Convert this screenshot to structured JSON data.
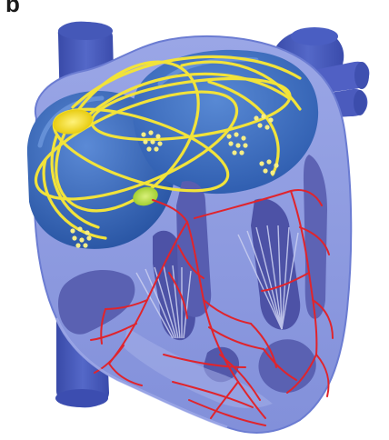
{
  "panel": {
    "letter": "b"
  },
  "colors": {
    "background": "#ffffff",
    "vessel": "#4a5fc0",
    "vessel_dark": "#394aa8",
    "heart_wall": "#8d9ce0",
    "heart_wall_edge": "#6b7cd2",
    "atrium": "#2d5fb8",
    "atrium_light": "#5b8ad6",
    "ventricle_muscle": "#5d63b4",
    "papillary": "#4d52a6",
    "chordae": "#c8cdf0",
    "conduction_yellow": "#f2e33a",
    "sa_node": "#f0dc1e",
    "av_node": "#b7e04a",
    "purkinje_red": "#e0242c"
  },
  "structures": {
    "superior_vena_cava": "vessel",
    "inferior_vena_cava": "vessel",
    "aorta": "vessel",
    "pulmonary_veins": "vessel",
    "left_atrium": "chamber",
    "right_atrium": "chamber",
    "left_ventricle": "chamber",
    "right_ventricle": "chamber",
    "sinoatrial_node": "node",
    "atrioventricular_node": "node",
    "atrial_reentry_circuits": "conduction-pathway",
    "his_purkinje_network": "conduction-pathway"
  }
}
